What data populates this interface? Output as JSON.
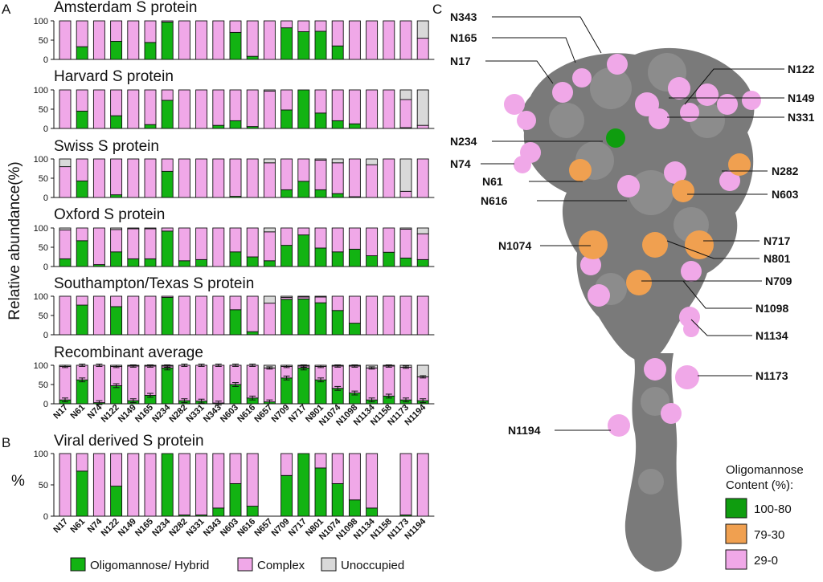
{
  "figure": {
    "panel_a_letter": "A",
    "panel_b_letter": "B",
    "panel_c_letter": "C",
    "ylabel_a": "Relative abundance(%)",
    "ylabel_b": "%"
  },
  "legend": {
    "items": [
      {
        "label": "Oligomannose/ Hybrid",
        "color": "#12b312"
      },
      {
        "label": "Complex",
        "color": "#f0a8e8"
      },
      {
        "label": "Unoccupied",
        "color": "#d9d9d9"
      }
    ]
  },
  "chart_data": [
    {
      "type": "bar",
      "stacked": true,
      "title": "Amsterdam S protein",
      "categories": [
        "N17",
        "N61",
        "N74",
        "N122",
        "N149",
        "N165",
        "N234",
        "N282",
        "N331",
        "N343",
        "N603",
        "N616",
        "N657",
        "N709",
        "N717",
        "N801",
        "N1074",
        "N1098",
        "N1134",
        "N1158",
        "N1173",
        "N1194"
      ],
      "ylim": [
        0,
        100
      ],
      "yticks": [
        0,
        50,
        100
      ],
      "series": [
        {
          "name": "Oligomannose/ Hybrid",
          "values": [
            0,
            33,
            0,
            47,
            0,
            44,
            97,
            0,
            0,
            0,
            70,
            8,
            0,
            82,
            72,
            73,
            35,
            0,
            0,
            0,
            0,
            0
          ]
        },
        {
          "name": "Complex",
          "values": [
            100,
            67,
            100,
            53,
            100,
            56,
            3,
            100,
            100,
            100,
            30,
            92,
            100,
            18,
            28,
            27,
            65,
            100,
            100,
            100,
            100,
            55
          ]
        },
        {
          "name": "Unoccupied",
          "values": [
            0,
            0,
            0,
            0,
            0,
            0,
            0,
            0,
            0,
            0,
            0,
            0,
            0,
            0,
            0,
            0,
            0,
            0,
            0,
            0,
            0,
            45
          ]
        }
      ]
    },
    {
      "type": "bar",
      "stacked": true,
      "title": "Harvard S protein",
      "categories": [
        "N17",
        "N61",
        "N74",
        "N122",
        "N149",
        "N165",
        "N234",
        "N282",
        "N331",
        "N343",
        "N603",
        "N616",
        "N657",
        "N709",
        "N717",
        "N801",
        "N1074",
        "N1098",
        "N1134",
        "N1158",
        "N1173",
        "N1194"
      ],
      "ylim": [
        0,
        100
      ],
      "yticks": [
        0,
        50,
        100
      ],
      "series": [
        {
          "name": "Oligomannose/ Hybrid",
          "values": [
            0,
            45,
            0,
            33,
            0,
            10,
            73,
            0,
            0,
            8,
            20,
            5,
            0,
            48,
            100,
            40,
            20,
            12,
            0,
            0,
            2,
            0
          ]
        },
        {
          "name": "Complex",
          "values": [
            100,
            55,
            100,
            67,
            100,
            90,
            27,
            100,
            100,
            92,
            80,
            95,
            97,
            52,
            0,
            60,
            80,
            88,
            100,
            100,
            73,
            8
          ]
        },
        {
          "name": "Unoccupied",
          "values": [
            0,
            0,
            0,
            0,
            0,
            0,
            0,
            0,
            0,
            0,
            0,
            0,
            3,
            0,
            0,
            0,
            0,
            0,
            0,
            0,
            25,
            92
          ]
        }
      ]
    },
    {
      "type": "bar",
      "stacked": true,
      "title": "Swiss S protein",
      "categories": [
        "N17",
        "N61",
        "N74",
        "N122",
        "N149",
        "N165",
        "N234",
        "N282",
        "N331",
        "N343",
        "N603",
        "N616",
        "N657",
        "N709",
        "N717",
        "N801",
        "N1074",
        "N1098",
        "N1134",
        "N1158",
        "N1173",
        "N1194"
      ],
      "ylim": [
        0,
        100
      ],
      "yticks": [
        0,
        50,
        100
      ],
      "series": [
        {
          "name": "Oligomannose/ Hybrid",
          "values": [
            0,
            43,
            0,
            7,
            0,
            0,
            68,
            0,
            0,
            0,
            3,
            0,
            0,
            20,
            42,
            20,
            10,
            2,
            0,
            0,
            0,
            0
          ]
        },
        {
          "name": "Complex",
          "values": [
            80,
            57,
            100,
            93,
            100,
            100,
            32,
            100,
            100,
            100,
            97,
            100,
            90,
            80,
            58,
            77,
            80,
            98,
            85,
            100,
            16,
            100
          ]
        },
        {
          "name": "Unoccupied",
          "values": [
            20,
            0,
            0,
            0,
            0,
            0,
            0,
            0,
            0,
            0,
            0,
            0,
            10,
            0,
            0,
            3,
            10,
            0,
            15,
            0,
            84,
            0
          ]
        }
      ]
    },
    {
      "type": "bar",
      "stacked": true,
      "title": "Oxford S protein",
      "categories": [
        "N17",
        "N61",
        "N74",
        "N122",
        "N149",
        "N165",
        "N234",
        "N282",
        "N331",
        "N343",
        "N603",
        "N616",
        "N657",
        "N709",
        "N717",
        "N801",
        "N1074",
        "N1098",
        "N1134",
        "N1158",
        "N1173",
        "N1194"
      ],
      "ylim": [
        0,
        100
      ],
      "yticks": [
        0,
        50,
        100
      ],
      "series": [
        {
          "name": "Oligomannose/ Hybrid",
          "values": [
            20,
            67,
            5,
            38,
            20,
            20,
            92,
            15,
            18,
            0,
            38,
            25,
            15,
            55,
            82,
            48,
            38,
            45,
            28,
            37,
            22,
            18
          ]
        },
        {
          "name": "Complex",
          "values": [
            75,
            33,
            95,
            58,
            78,
            78,
            8,
            85,
            82,
            100,
            62,
            75,
            75,
            45,
            18,
            52,
            62,
            55,
            72,
            63,
            75,
            67
          ]
        },
        {
          "name": "Unoccupied",
          "values": [
            5,
            0,
            0,
            4,
            2,
            2,
            0,
            0,
            0,
            0,
            0,
            0,
            10,
            0,
            0,
            0,
            0,
            0,
            0,
            0,
            3,
            15
          ]
        }
      ]
    },
    {
      "type": "bar",
      "stacked": true,
      "title": "Southampton/Texas S protein",
      "categories": [
        "N17",
        "N61",
        "N74",
        "N122",
        "N149",
        "N165",
        "N234",
        "N282",
        "N331",
        "N343",
        "N603",
        "N616",
        "N657",
        "N709",
        "N717",
        "N801",
        "N1074",
        "N1098",
        "N1134",
        "N1158",
        "N1173",
        "N1194"
      ],
      "ylim": [
        0,
        100
      ],
      "yticks": [
        0,
        50,
        100
      ],
      "series": [
        {
          "name": "Oligomannose/ Hybrid",
          "values": [
            0,
            77,
            0,
            73,
            0,
            0,
            97,
            0,
            0,
            0,
            65,
            8,
            0,
            92,
            93,
            83,
            63,
            30,
            0,
            0,
            0,
            0
          ]
        },
        {
          "name": "Complex",
          "values": [
            100,
            23,
            100,
            27,
            100,
            100,
            3,
            100,
            100,
            100,
            35,
            92,
            82,
            5,
            5,
            15,
            37,
            70,
            100,
            100,
            100,
            100
          ]
        },
        {
          "name": "Unoccupied",
          "values": [
            0,
            0,
            0,
            0,
            0,
            0,
            0,
            0,
            0,
            0,
            0,
            0,
            18,
            3,
            2,
            2,
            0,
            0,
            0,
            0,
            0,
            0
          ]
        }
      ]
    },
    {
      "type": "bar",
      "stacked": true,
      "title": "Recombinant average",
      "categories": [
        "N17",
        "N61",
        "N74",
        "N122",
        "N149",
        "N165",
        "N234",
        "N282",
        "N331",
        "N343",
        "N603",
        "N616",
        "N657",
        "N709",
        "N717",
        "N801",
        "N1074",
        "N1098",
        "N1134",
        "N1158",
        "N1173",
        "N1194"
      ],
      "ylim": [
        0,
        100
      ],
      "yticks": [
        0,
        50,
        100
      ],
      "error_bars": true,
      "series": [
        {
          "name": "Oligomannose/ Hybrid",
          "values": [
            10,
            62,
            3,
            47,
            8,
            22,
            93,
            8,
            7,
            2,
            50,
            15,
            5,
            67,
            93,
            62,
            40,
            28,
            10,
            20,
            10,
            8
          ]
        },
        {
          "name": "Complex",
          "values": [
            87,
            38,
            97,
            50,
            90,
            76,
            5,
            92,
            93,
            98,
            50,
            85,
            88,
            30,
            5,
            35,
            58,
            70,
            83,
            78,
            85,
            62
          ]
        },
        {
          "name": "Unoccupied",
          "values": [
            3,
            0,
            0,
            3,
            2,
            2,
            2,
            0,
            0,
            0,
            0,
            0,
            7,
            3,
            2,
            3,
            2,
            2,
            7,
            2,
            5,
            30
          ]
        }
      ]
    },
    {
      "type": "bar",
      "stacked": true,
      "title": "Viral derived S protein",
      "categories": [
        "N17",
        "N61",
        "N74",
        "N122",
        "N149",
        "N165",
        "N234",
        "N282",
        "N331",
        "N343",
        "N603",
        "N616",
        "N657",
        "N709",
        "N717",
        "N801",
        "N1074",
        "N1098",
        "N1134",
        "N1158",
        "N1173",
        "N1194"
      ],
      "ylim": [
        0,
        100
      ],
      "yticks": [
        0,
        50,
        100
      ],
      "series": [
        {
          "name": "Oligomannose/ Hybrid",
          "values": [
            0,
            72,
            0,
            48,
            0,
            0,
            100,
            2,
            2,
            13,
            52,
            16,
            null,
            65,
            100,
            77,
            52,
            26,
            13,
            null,
            2,
            0
          ]
        },
        {
          "name": "Complex",
          "values": [
            100,
            28,
            100,
            52,
            100,
            100,
            0,
            98,
            98,
            87,
            48,
            84,
            null,
            35,
            0,
            23,
            48,
            74,
            87,
            null,
            98,
            100
          ]
        },
        {
          "name": "Unoccupied",
          "values": [
            0,
            0,
            0,
            0,
            0,
            0,
            0,
            0,
            0,
            0,
            0,
            0,
            null,
            0,
            0,
            0,
            0,
            0,
            0,
            null,
            0,
            0
          ]
        }
      ]
    }
  ],
  "structure": {
    "labels": [
      "N343",
      "N165",
      "N17",
      "N122",
      "N149",
      "N331",
      "N234",
      "N74",
      "N61",
      "N282",
      "N616",
      "N603",
      "N1074",
      "N717",
      "N801",
      "N709",
      "N1098",
      "N1134",
      "N1173",
      "N1194"
    ],
    "legend_title_line1": "Oligomannose",
    "legend_title_line2": "Content (%):",
    "legend_items": [
      {
        "label": "100-80",
        "color": "#0f9d0f"
      },
      {
        "label": "79-30",
        "color": "#f0a050"
      },
      {
        "label": "29-0",
        "color": "#f0a8e8"
      }
    ]
  }
}
